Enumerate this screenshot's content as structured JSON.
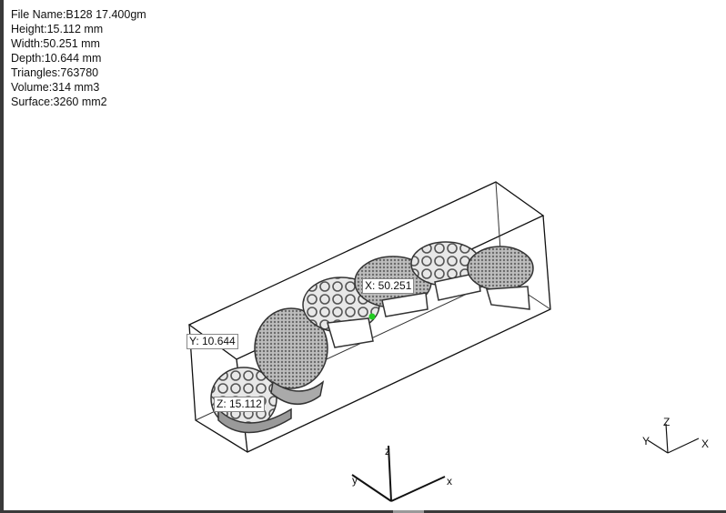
{
  "model_info": {
    "file_name": "File Name:B128 17.400gm",
    "height": "Height:15.112 mm",
    "width": "Width:50.251 mm",
    "depth": "Depth:10.644 mm",
    "triangles": "Triangles:763780",
    "volume": "Volume:314 mm3",
    "surface": "Surface:3260 mm2"
  },
  "dimension_labels": {
    "x": "X: 50.251",
    "y": "Y: 10.644",
    "z": "Z: 15.112"
  },
  "axis_triad_center": {
    "x": "x",
    "y": "y",
    "z": "z"
  },
  "axis_triad_corner": {
    "x": "X",
    "y": "Y",
    "z": "Z"
  },
  "colors": {
    "pick_point": "#22cc22",
    "frame": "#3a3a3a"
  }
}
